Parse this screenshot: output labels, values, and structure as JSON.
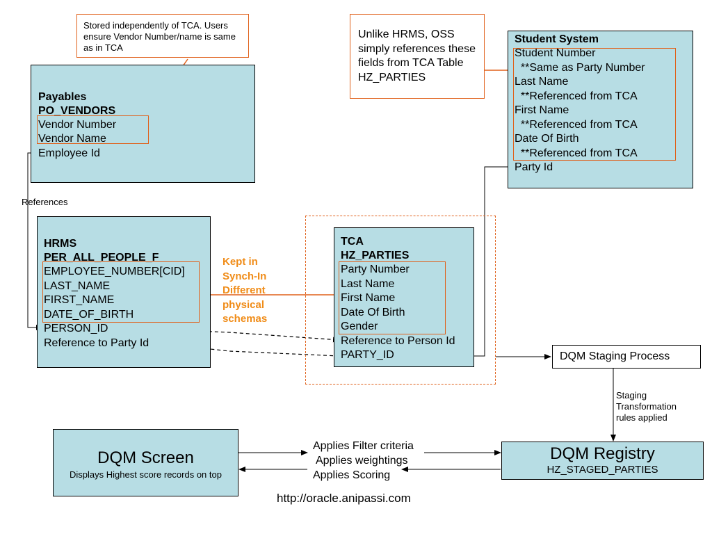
{
  "colors": {
    "box_fill": "#b7dde4",
    "accent_orange": "#e0601a",
    "label_orange": "#f08c18"
  },
  "payables": {
    "title1": "Payables",
    "title2": "PO_VENDORS",
    "fields": [
      "Vendor Number",
      "Vendor Name",
      "Employee Id"
    ]
  },
  "payables_note": "Stored independently of TCA. Users ensure Vendor Number/name is same as in TCA",
  "oss_note": "Unlike HRMS, OSS simply references these fields from TCA Table HZ_PARTIES",
  "student": {
    "title": "Student System",
    "fields": [
      "Student Number",
      "  **Same as Party Number",
      "Last Name",
      "  **Referenced from TCA",
      "First Name",
      "  **Referenced from TCA",
      "Date Of Birth",
      "  **Referenced from TCA",
      "Party Id"
    ]
  },
  "references_label": "References",
  "hrms": {
    "title1": "HRMS",
    "title2": "PER_ALL_PEOPLE_F",
    "fields": [
      "EMPLOYEE_NUMBER[CID]",
      "LAST_NAME",
      "FIRST_NAME",
      "DATE_OF_BIRTH",
      "PERSON_ID",
      "Reference to Party Id"
    ]
  },
  "sync_label": [
    "Kept in",
    "Synch-In",
    "Different",
    "physical",
    "schemas"
  ],
  "tca": {
    "title1": "TCA",
    "title2": "HZ_PARTIES",
    "fields": [
      "Party Number",
      "Last Name",
      "First Name",
      "Date Of Birth",
      "Gender",
      "Reference to Person Id",
      "PARTY_ID"
    ]
  },
  "dqm_staging": "DQM Staging Process",
  "staging_label": [
    "Staging",
    "Transformation",
    "rules applied"
  ],
  "dqm_registry": {
    "title": "DQM Registry",
    "subtitle": "HZ_STAGED_PARTIES"
  },
  "dqm_screen": {
    "title": "DQM Screen",
    "subtitle": "Displays Highest score records on top"
  },
  "apply_labels": [
    "Applies Filter criteria",
    "Applies weightings",
    "Applies Scoring"
  ],
  "footer_url": "http://oracle.anipassi.com"
}
